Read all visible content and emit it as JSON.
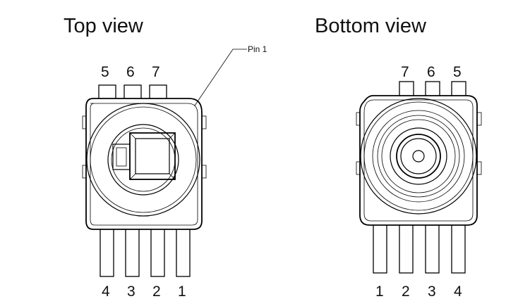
{
  "top_view": {
    "title": "Top view",
    "top_pins": [
      "5",
      "6",
      "7"
    ],
    "bottom_pins": [
      "4",
      "3",
      "2",
      "1"
    ],
    "callout": "Pin 1"
  },
  "bottom_view": {
    "title": "Bottom view",
    "top_pins": [
      "7",
      "6",
      "5"
    ],
    "bottom_pins": [
      "1",
      "2",
      "3",
      "4"
    ]
  }
}
